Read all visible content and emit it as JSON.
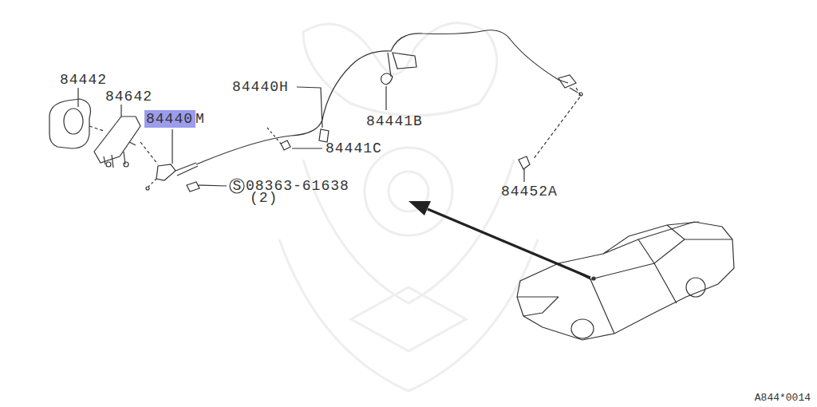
{
  "diagram": {
    "nodes": [
      {
        "text": [
          "84440",
          "M"
        ]
      }
    ],
    "edges": [],
    "labels": [
      "84442",
      "84642",
      "84440H",
      "84441B",
      "84441C",
      "84452A",
      "S",
      "08363-61638",
      "(2)",
      "A844*0014"
    ]
  }
}
